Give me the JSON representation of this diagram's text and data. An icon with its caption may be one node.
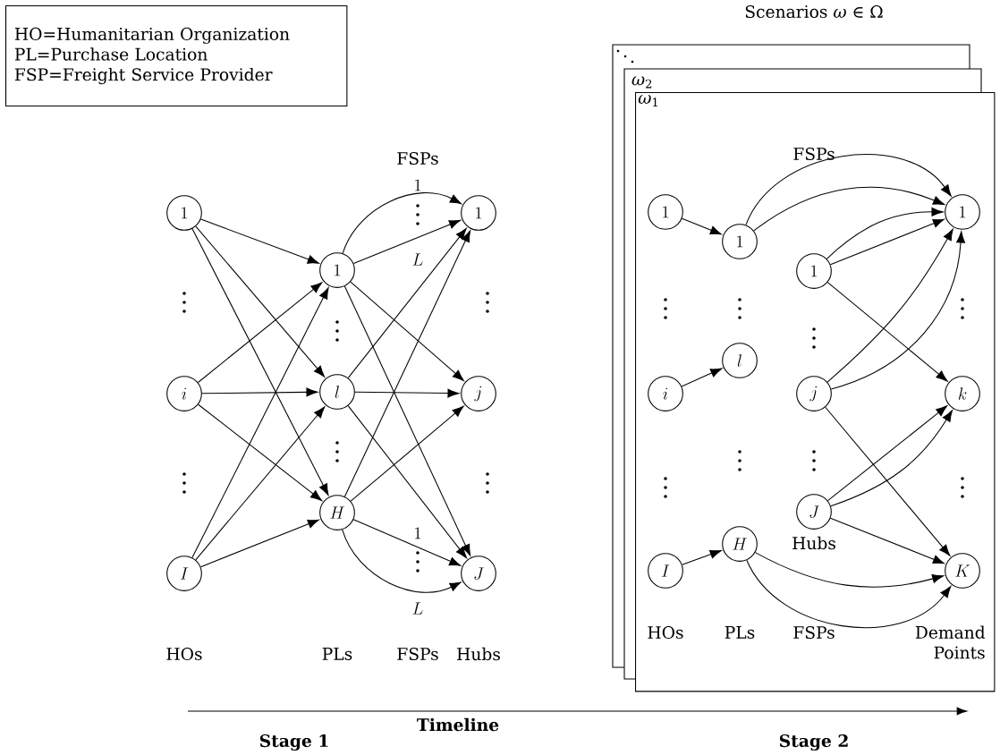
{
  "diagram": {
    "nodes": [
      {
        "text": [
          "HO=Humanitarian Organization",
          "PL=Purchase Location",
          "FSP=Freight Service Provider"
        ]
      },
      {
        "text": [
          "1"
        ]
      },
      {
        "text": [
          "i"
        ]
      },
      {
        "text": [
          "I"
        ]
      },
      {
        "text": [
          "1"
        ]
      },
      {
        "text": [
          "l"
        ]
      },
      {
        "text": [
          "H"
        ]
      },
      {
        "text": [
          "1"
        ]
      },
      {
        "text": [
          "j"
        ]
      },
      {
        "text": [
          "J"
        ]
      },
      {
        "text": [
          "*ω*$_{1}$"
        ]
      },
      {
        "text": [
          "1"
        ],
        "in": 10
      },
      {
        "text": [
          "i"
        ],
        "in": 10
      },
      {
        "text": [
          "I"
        ],
        "in": 10
      },
      {
        "text": [
          "1"
        ],
        "in": 10
      },
      {
        "text": [
          "l"
        ],
        "in": 10
      },
      {
        "text": [
          "H"
        ],
        "in": 10
      },
      {
        "text": [
          "1"
        ],
        "in": 10
      },
      {
        "text": [
          "j"
        ],
        "in": 10
      },
      {
        "text": [
          "J"
        ],
        "in": 10
      },
      {
        "text": [
          "1"
        ],
        "in": 10
      },
      {
        "text": [
          "k"
        ],
        "in": 10
      },
      {
        "text": [
          "K"
        ],
        "in": 10
      }
    ],
    "edges": [
      {
        "from": 1,
        "to": 4,
        "arrow": "to"
      },
      {
        "from": 1,
        "to": 5,
        "arrow": "to"
      },
      {
        "from": 1,
        "to": 6,
        "arrow": "to"
      },
      {
        "from": 2,
        "to": 4,
        "arrow": "to"
      },
      {
        "from": 2,
        "to": 5,
        "arrow": "to"
      },
      {
        "from": 2,
        "to": 6,
        "arrow": "to"
      },
      {
        "from": 3,
        "to": 4,
        "arrow": "to"
      },
      {
        "from": 3,
        "to": 5,
        "arrow": "to"
      },
      {
        "from": 3,
        "to": 6,
        "arrow": "to"
      },
      {
        "from": 4,
        "to": 7,
        "arrow": "to"
      },
      {
        "from": 4,
        "to": 7,
        "arrow": "to"
      },
      {
        "from": 4,
        "to": 8,
        "arrow": "to"
      },
      {
        "from": 4,
        "to": 9,
        "arrow": "to"
      },
      {
        "from": 5,
        "to": 7,
        "arrow": "to"
      },
      {
        "from": 5,
        "to": 8,
        "arrow": "to"
      },
      {
        "from": 5,
        "to": 9,
        "arrow": "to"
      },
      {
        "from": 6,
        "to": 7,
        "arrow": "to"
      },
      {
        "from": 6,
        "to": 8,
        "arrow": "to"
      },
      {
        "from": 6,
        "to": 9,
        "arrow": "to"
      },
      {
        "from": 6,
        "to": 9,
        "arrow": "to"
      },
      {
        "from": 11,
        "to": 14,
        "arrow": "to"
      },
      {
        "from": 12,
        "to": 15,
        "arrow": "to"
      },
      {
        "from": 13,
        "to": 16,
        "arrow": "to"
      },
      {
        "from": 14,
        "to": 20,
        "arrow": "to"
      },
      {
        "from": 14,
        "to": 20,
        "arrow": "to"
      },
      {
        "from": 17,
        "to": 20,
        "arrow": "to"
      },
      {
        "from": 17,
        "to": 20,
        "arrow": "to"
      },
      {
        "from": 17,
        "to": 21,
        "arrow": "to"
      },
      {
        "from": 18,
        "to": 20,
        "arrow": "to"
      },
      {
        "from": 18,
        "to": 20,
        "arrow": "to"
      },
      {
        "from": 18,
        "to": 22,
        "arrow": "to"
      },
      {
        "from": 19,
        "to": 21,
        "arrow": "to"
      },
      {
        "from": 19,
        "to": 21,
        "arrow": "to"
      },
      {
        "from": 19,
        "to": 22,
        "arrow": "to"
      },
      {
        "from": 16,
        "to": 22,
        "arrow": "to"
      },
      {
        "from": 16,
        "to": 22,
        "arrow": "to"
      }
    ],
    "labels": [
      "Scenarios *ω* ∈ Ω",
      "*ω*$_{2}$",
      "FSPs",
      "1",
      "L",
      "1",
      "L",
      "HOs",
      "PLs",
      "FSPs",
      "Hubs",
      "FSPs",
      "Hubs",
      "HOs",
      "PLs",
      "FSPs",
      "Demand Points",
      "Timeline",
      "Stage 1",
      "Stage 2"
    ]
  }
}
